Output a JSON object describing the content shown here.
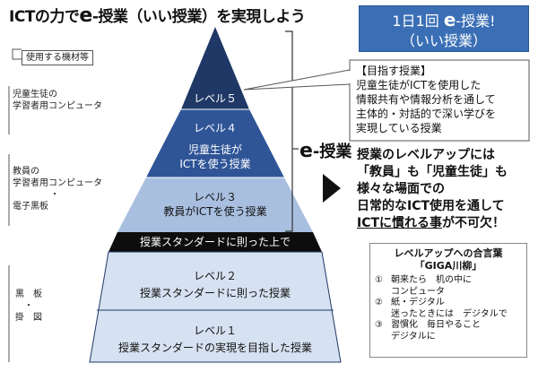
{
  "title": {
    "pre": "ICTの力で",
    "e": "e",
    "post": "-授業（いい授業）を実現しよう"
  },
  "banner": {
    "line1_pre": "1日1回 ",
    "line1_e": "e",
    "line1_post": "-授業!",
    "line2": "（いい授業）"
  },
  "left_labels": {
    "equipment_heading": "使用する機材等",
    "student_device": [
      "児童生徒の",
      "学習者用コンピュータ"
    ],
    "teacher_device": [
      "教員の",
      "学習者用コンピュータ",
      "・",
      "電子黒板"
    ],
    "board": [
      "黒　板",
      "・",
      "掛　図"
    ]
  },
  "levels": {
    "l5": "レベル５",
    "l4": [
      "レベル４",
      "児童生徒が",
      "ICTを使う授業"
    ],
    "l3": [
      "レベル３",
      "教員がICTを使う授業"
    ],
    "band": "授業スタンダードに則った上で",
    "l2": [
      "レベル２",
      "授業スタンダードに則った授業"
    ],
    "l1": [
      "レベル１",
      "授業スタンダードの実現を目指した授業"
    ]
  },
  "callout": {
    "lines": [
      "【目指す授業】",
      "児童生徒がICTを使用した",
      "情報共有や情報分析を通して",
      "主体的・対話的で深い学びを",
      "実現している授業"
    ]
  },
  "e_label": {
    "e": "e",
    "rest": "-授業"
  },
  "main_message": {
    "lines": [
      "授業のレベルアップには",
      "「教員」も「児童生徒」も",
      "様々な場面での",
      "日常的なICT使用を通して"
    ],
    "last_underlined": "ICTに慣れる事",
    "last_rest": "が不可欠！"
  },
  "rules": {
    "heading": "レベルアップへの合言葉",
    "subheading": "「GIGA川柳」",
    "items": [
      {
        "num": "①",
        "lines": [
          "朝来たら　机の中に",
          "コンピュータ"
        ]
      },
      {
        "num": "②",
        "lines": [
          "紙・デジタル",
          "迷ったときには　デジタルで"
        ]
      },
      {
        "num": "③",
        "lines": [
          "習慣化　毎日やること",
          "デジタルに"
        ]
      }
    ]
  },
  "colors": {
    "level5": "#1f3866",
    "level4": "#2f5597",
    "level3": "#a9bfe0",
    "band": "#0d0d0d",
    "lower": "#d6e1f1",
    "banner": "#3a6fb6"
  }
}
